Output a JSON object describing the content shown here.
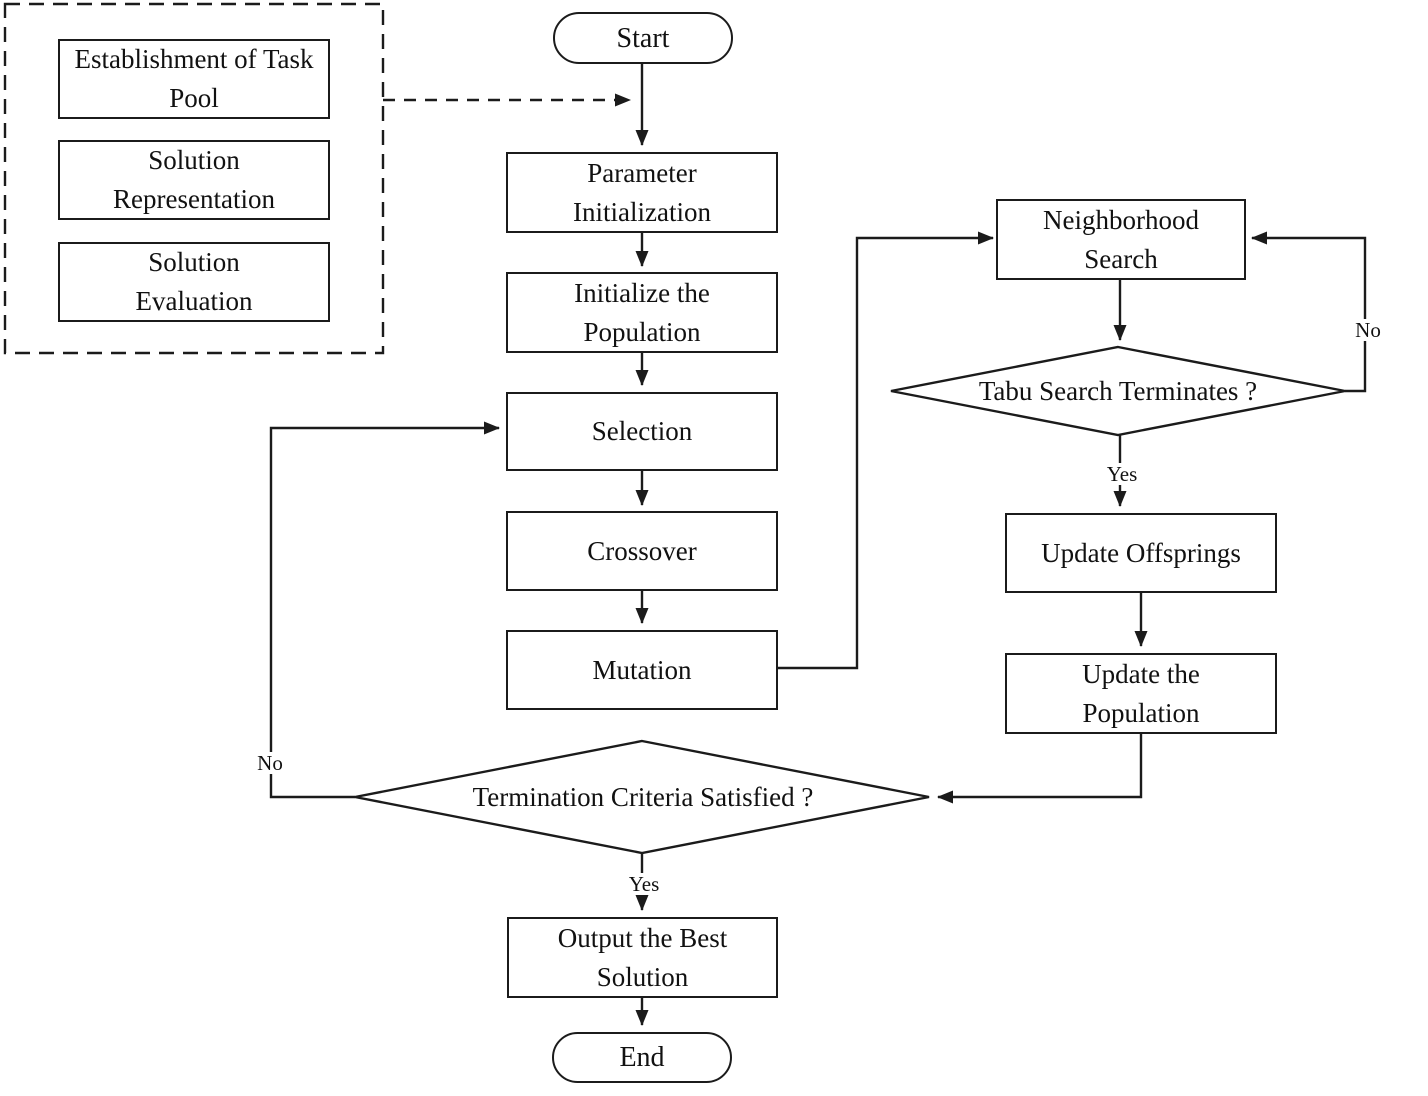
{
  "diagram": {
    "title_hint": "GA with Tabu Search flowchart",
    "panel": {
      "items": [
        {
          "label": "Establishment of Task Pool"
        },
        {
          "label": "Solution Representation"
        },
        {
          "label": "Solution Evaluation"
        }
      ]
    },
    "nodes": {
      "start": "Start",
      "param_init": "Parameter Initialization",
      "init_pop": "Initialize the Population",
      "selection": "Selection",
      "crossover": "Crossover",
      "mutation": "Mutation",
      "neighborhood": "Neighborhood Search",
      "tabu_terminates": "Tabu Search Terminates ?",
      "update_offsprings": "Update Offsprings",
      "update_pop": "Update the Population",
      "termination": "Termination Criteria Satisfied ?",
      "output_best": "Output the Best Solution",
      "end": "End"
    },
    "edge_labels": {
      "tabu_yes": "Yes",
      "tabu_no": "No",
      "term_yes": "Yes",
      "term_no": "No"
    },
    "colors": {
      "stroke": "#1b1b1b",
      "background": "#ffffff"
    }
  }
}
